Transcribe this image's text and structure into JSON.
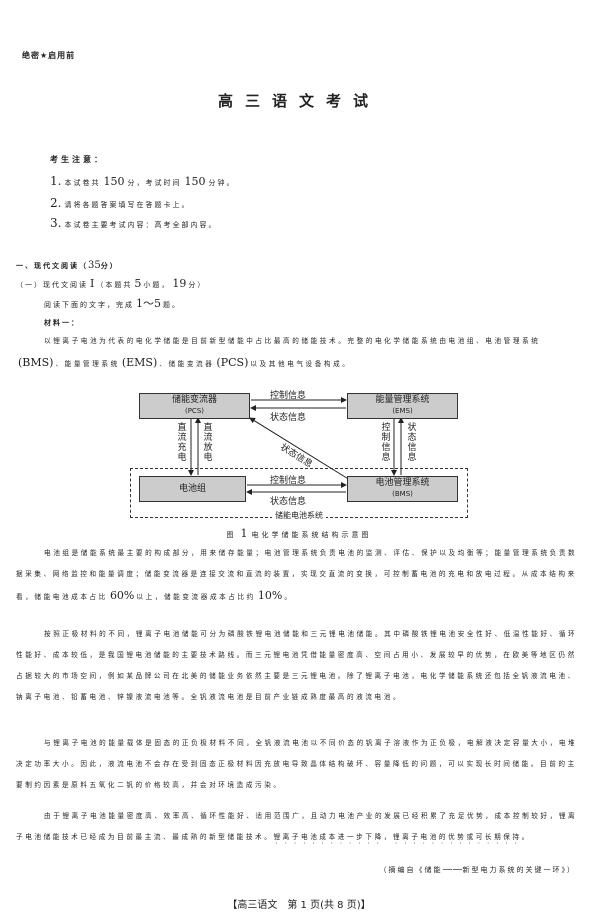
{
  "header": {
    "secret": "绝密★启用前",
    "title": "高三语文考试"
  },
  "notice": {
    "heading": "考生注意：",
    "items": [
      {
        "num": "1.",
        "pre": "本试卷共",
        "n1": "150",
        "mid": "分，考试时间",
        "n2": "150",
        "post": "分钟。"
      },
      {
        "num": "2.",
        "text": "请将各题答案填写在答题卡上。"
      },
      {
        "num": "3.",
        "text": "本试卷主要考试内容：高考全部内容。"
      }
    ]
  },
  "section1": {
    "pre": "一、现代文阅读（",
    "score": "35",
    "post": "分）"
  },
  "sub1": {
    "pre": "（一）现代文阅读",
    "roman": "Ⅰ",
    "mid": "（本题共",
    "n": "5",
    "mid2": "小题，",
    "s": "19",
    "post": "分）"
  },
  "instruction": {
    "pre": "阅读下面的文字，完成",
    "range": "1～5",
    "post": "题。"
  },
  "material_label": "材料一：",
  "p1": {
    "a": "以锂离子电池为代表的电化学储能是目前新型储能中占比最高的储能技术。完整的电化学储能系统由电池组、电池管理系统",
    "bms": "(BMS)",
    "b": "、能量管理系统",
    "ems": "(EMS)",
    "c": "、储能变流器",
    "pcs": "(PCS)",
    "d": "以及其他电气设备构成。"
  },
  "diagram": {
    "pcs": {
      "name": "储能变流器",
      "abbr": "(PCS)"
    },
    "ems": {
      "name": "能量管理系统",
      "abbr": "(EMS)"
    },
    "battery": {
      "name": "电池组"
    },
    "bms": {
      "name": "电池管理系统",
      "abbr": "(BMS)"
    },
    "control": "控制信息",
    "status": "状态信息",
    "charge": "直流充电",
    "discharge": "直流放电",
    "ems_control": "控制信息",
    "ems_status": "状态信息",
    "diag_status": "状态信息",
    "control2": "控制信息",
    "status2": "状态信息",
    "container": "储能电池系统"
  },
  "caption": {
    "pre": "图",
    "num": "1",
    "text": "电化学储能系统结构示意图"
  },
  "p2": {
    "a": "电池组是储能系统最主要的构成部分，用来储存能量；电池管理系统负责电池的监测、评估、保护以及均衡等；能量管理系统负责数据采集、网络监控和能量调度；储能变流器是连接交流和直流的装置，实现交直流的变换，可控制蓄电池的充电和放电过程。从成本结构来看，储能电池成本占比",
    "n1": "60%",
    "b": "以上，储能变流器成本占比约",
    "n2": "10%",
    "c": "。"
  },
  "p3": "按照正极材料的不同，锂离子电池储能可分为磷酸铁锂电池储能和三元锂电池储能。其中磷酸铁锂电池安全性好、低温性能好、循环性能好、成本较低，是我国锂电池储能的主要技术路线。而三元锂电池凭借能量密度高、空间占用小、发展较早的优势，在欧美等地区仍然占据较大的市场空间，例如某品牌公司在北美的储能业务依然主要是三元锂电池。除了锂离子电池，电化学储能系统还包括全钒液流电池、钠离子电池、铅蓄电池、锌镍液流电池等。全钒液流电池是目前产业链成熟度最高的液流电池。",
  "p4": "与锂离子电池的能量载体是固态的正负极材料不同，全钒液流电池以不同价态的钒离子溶液作为正负极，电解液决定容量大小，电堆决定功率大小。因此，液流电池不会存在受到固态正极材料因充放电导致晶体结构破坏、容量降低的问题，可以实现长时间储能。目前的主要制约因素是原料五氧化二钒的价格较高，并会对环境造成污染。",
  "p5": {
    "a": "由于锂离子电池能量密度高、效率高、循环性能好、适用范围广，且动力电池产业的发展已经积累了充足优势，成本控制较好，锂离子电池储能技术已经成为目前最主流、最成熟的新型储能技术。",
    "b": "锂离子电池成本进一步下降，锂离子电池的优势或可长期保持",
    "c": "。"
  },
  "source": {
    "pre": "（摘编自《储能",
    "dash": "——",
    "mid": "新型电力系统的关键一环",
    "post": "》）"
  },
  "footer": "【高三语文　第 1 页(共 8 页)】"
}
